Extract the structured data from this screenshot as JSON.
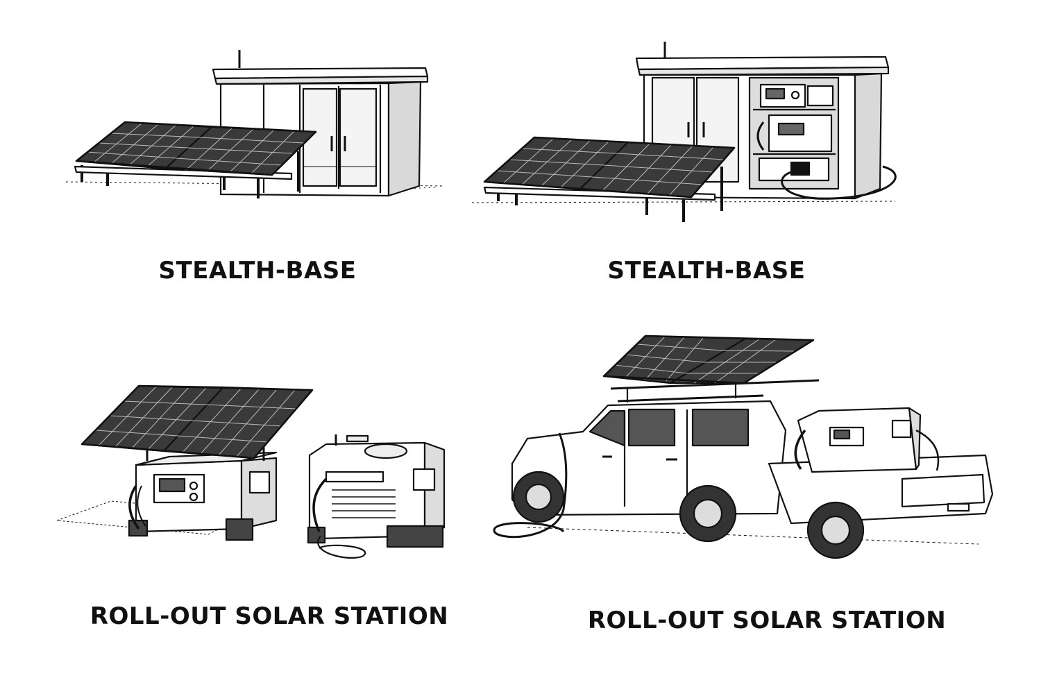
{
  "panels": [
    {
      "caption": "STEALTH-BASE",
      "illustration": "closed-shed-with-solar-panels"
    },
    {
      "caption": "STEALTH-BASE",
      "illustration": "open-shed-with-power-equipment-and-solar-panels"
    },
    {
      "caption": "ROLL-OUT SOLAR STATION",
      "illustration": "portable-power-stations-with-solar-panel"
    },
    {
      "caption": "ROLL-OUT SOLAR STATION",
      "illustration": "suv-and-pickup-with-roof-solar-panels-and-power-station"
    }
  ],
  "colors": {
    "ink": "#111111",
    "panel_cell": "#3a3a3a",
    "panel_cell_light": "#6a6a6a",
    "background": "#ffffff"
  }
}
